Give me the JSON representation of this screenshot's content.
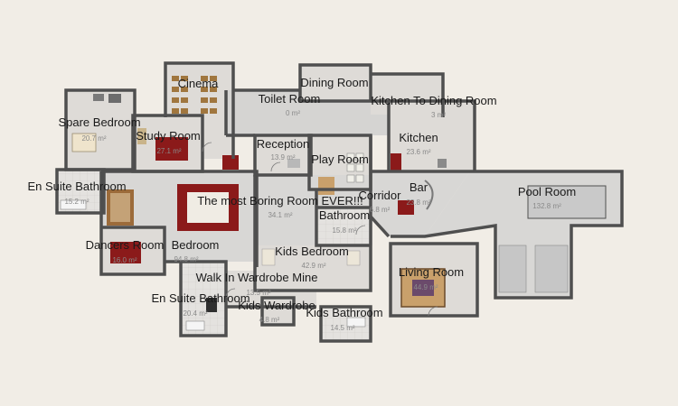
{
  "colors": {
    "background": "#f1ede6",
    "floor": "#d9d9d9",
    "wall": "#505050",
    "rug": "#8b1a1a",
    "pool": "#c9c9c9",
    "furniture": "#b89a72"
  },
  "rooms": [
    {
      "id": "cinema",
      "label": "Cinema",
      "area": ""
    },
    {
      "id": "dining-room",
      "label": "Dining Room",
      "area": ""
    },
    {
      "id": "toilet-room",
      "label": "Toilet Room",
      "area": "0 m²"
    },
    {
      "id": "kitchen-to-dining-room",
      "label": "Kitchen To Dining Room",
      "area": "3 m²"
    },
    {
      "id": "spare-bedroom",
      "label": "Spare Bedroom",
      "area": "20.7 m²"
    },
    {
      "id": "study-room",
      "label": "Study Room",
      "area": "27.1 m²"
    },
    {
      "id": "reception",
      "label": "Reception",
      "area": "13.9 m²"
    },
    {
      "id": "kitchen",
      "label": "Kitchen",
      "area": "23.6 m²"
    },
    {
      "id": "play-room",
      "label": "Play Room",
      "area": ""
    },
    {
      "id": "en-suite-bathroom-1",
      "label": "En Suite Bathroom",
      "area": "15.2 m²"
    },
    {
      "id": "the-most-boring-room",
      "label": "The most Boring Room EVER!!!",
      "area": "34.1 m²"
    },
    {
      "id": "corridor",
      "label": "Corridor",
      "area": "6.8 m²"
    },
    {
      "id": "bar",
      "label": "Bar",
      "area": "23.8 m²"
    },
    {
      "id": "pool-room",
      "label": "Pool Room",
      "area": "132.8 m²"
    },
    {
      "id": "bathroom",
      "label": "Bathroom",
      "area": "15.8 m²"
    },
    {
      "id": "dancers-room",
      "label": "Dancers Room",
      "area": "16.0 m²"
    },
    {
      "id": "bedroom",
      "label": "Bedroom",
      "area": "94.8 m²"
    },
    {
      "id": "kids-bedroom",
      "label": "Kids Bedroom",
      "area": "42.9 m²"
    },
    {
      "id": "living-room",
      "label": "Living Room",
      "area": "44.9 m²"
    },
    {
      "id": "walk-in-wardrobe",
      "label": "Walk In Wardrobe Mine",
      "area": "13.5 m²"
    },
    {
      "id": "en-suite-bathroom-2",
      "label": "En Suite Bathroom",
      "area": "20.4 m²"
    },
    {
      "id": "kids-wardrobe",
      "label": "Kids Wardrobe",
      "area": "4.8 m²"
    },
    {
      "id": "kids-bathroom",
      "label": "Kids Bathroom",
      "area": "14.5 m²"
    }
  ]
}
